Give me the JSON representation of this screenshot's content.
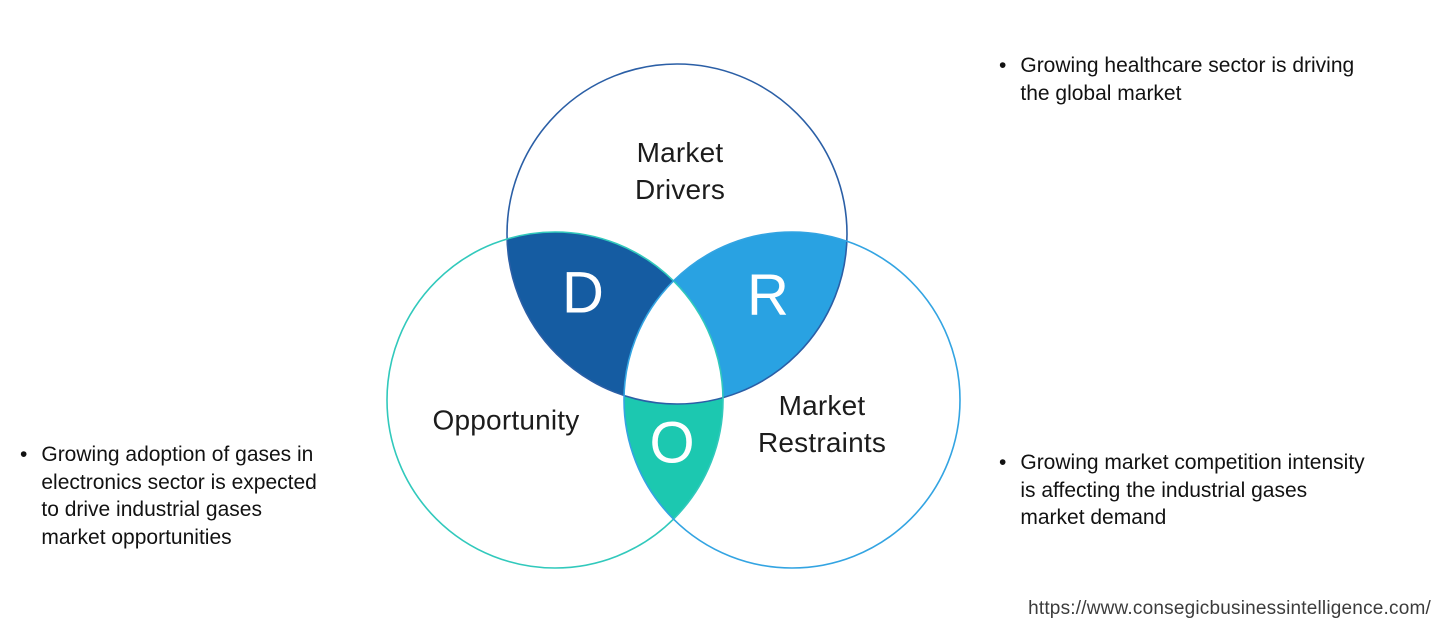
{
  "page": {
    "background_color": "#ffffff"
  },
  "venn": {
    "letter_color": "#ffffff",
    "drivers": {
      "name": "Market Drivers",
      "label_lines": [
        "Market",
        "Drivers"
      ],
      "letter": "D",
      "fill_color": "#155ca2",
      "outline_color": "#2b5fa6"
    },
    "opportunity": {
      "name": "Opportunity",
      "label_lines": [
        "Opportunity"
      ],
      "letter": "O",
      "fill_color": "#1cc8b0",
      "outline_color": "#31c9bc"
    },
    "restraints": {
      "name": "Market Restraints",
      "label_lines": [
        "Market",
        "Restraints"
      ],
      "letter": "R",
      "fill_color": "#29a2e2",
      "outline_color": "#33a4e2"
    }
  },
  "notes": {
    "top_right": {
      "bullet": "•",
      "lines": [
        "Growing healthcare sector is driving",
        "the global market"
      ]
    },
    "left": {
      "bullet": "•",
      "lines": [
        "Growing adoption of gases in",
        "electronics sector is expected",
        "to drive industrial gases",
        "market opportunities"
      ]
    },
    "bottom_right": {
      "bullet": "•",
      "lines": [
        "Growing market competition intensity",
        "is affecting the industrial gases",
        "market demand"
      ]
    }
  },
  "footer": {
    "url": "https://www.consegicbusinessintelligence.com/"
  }
}
